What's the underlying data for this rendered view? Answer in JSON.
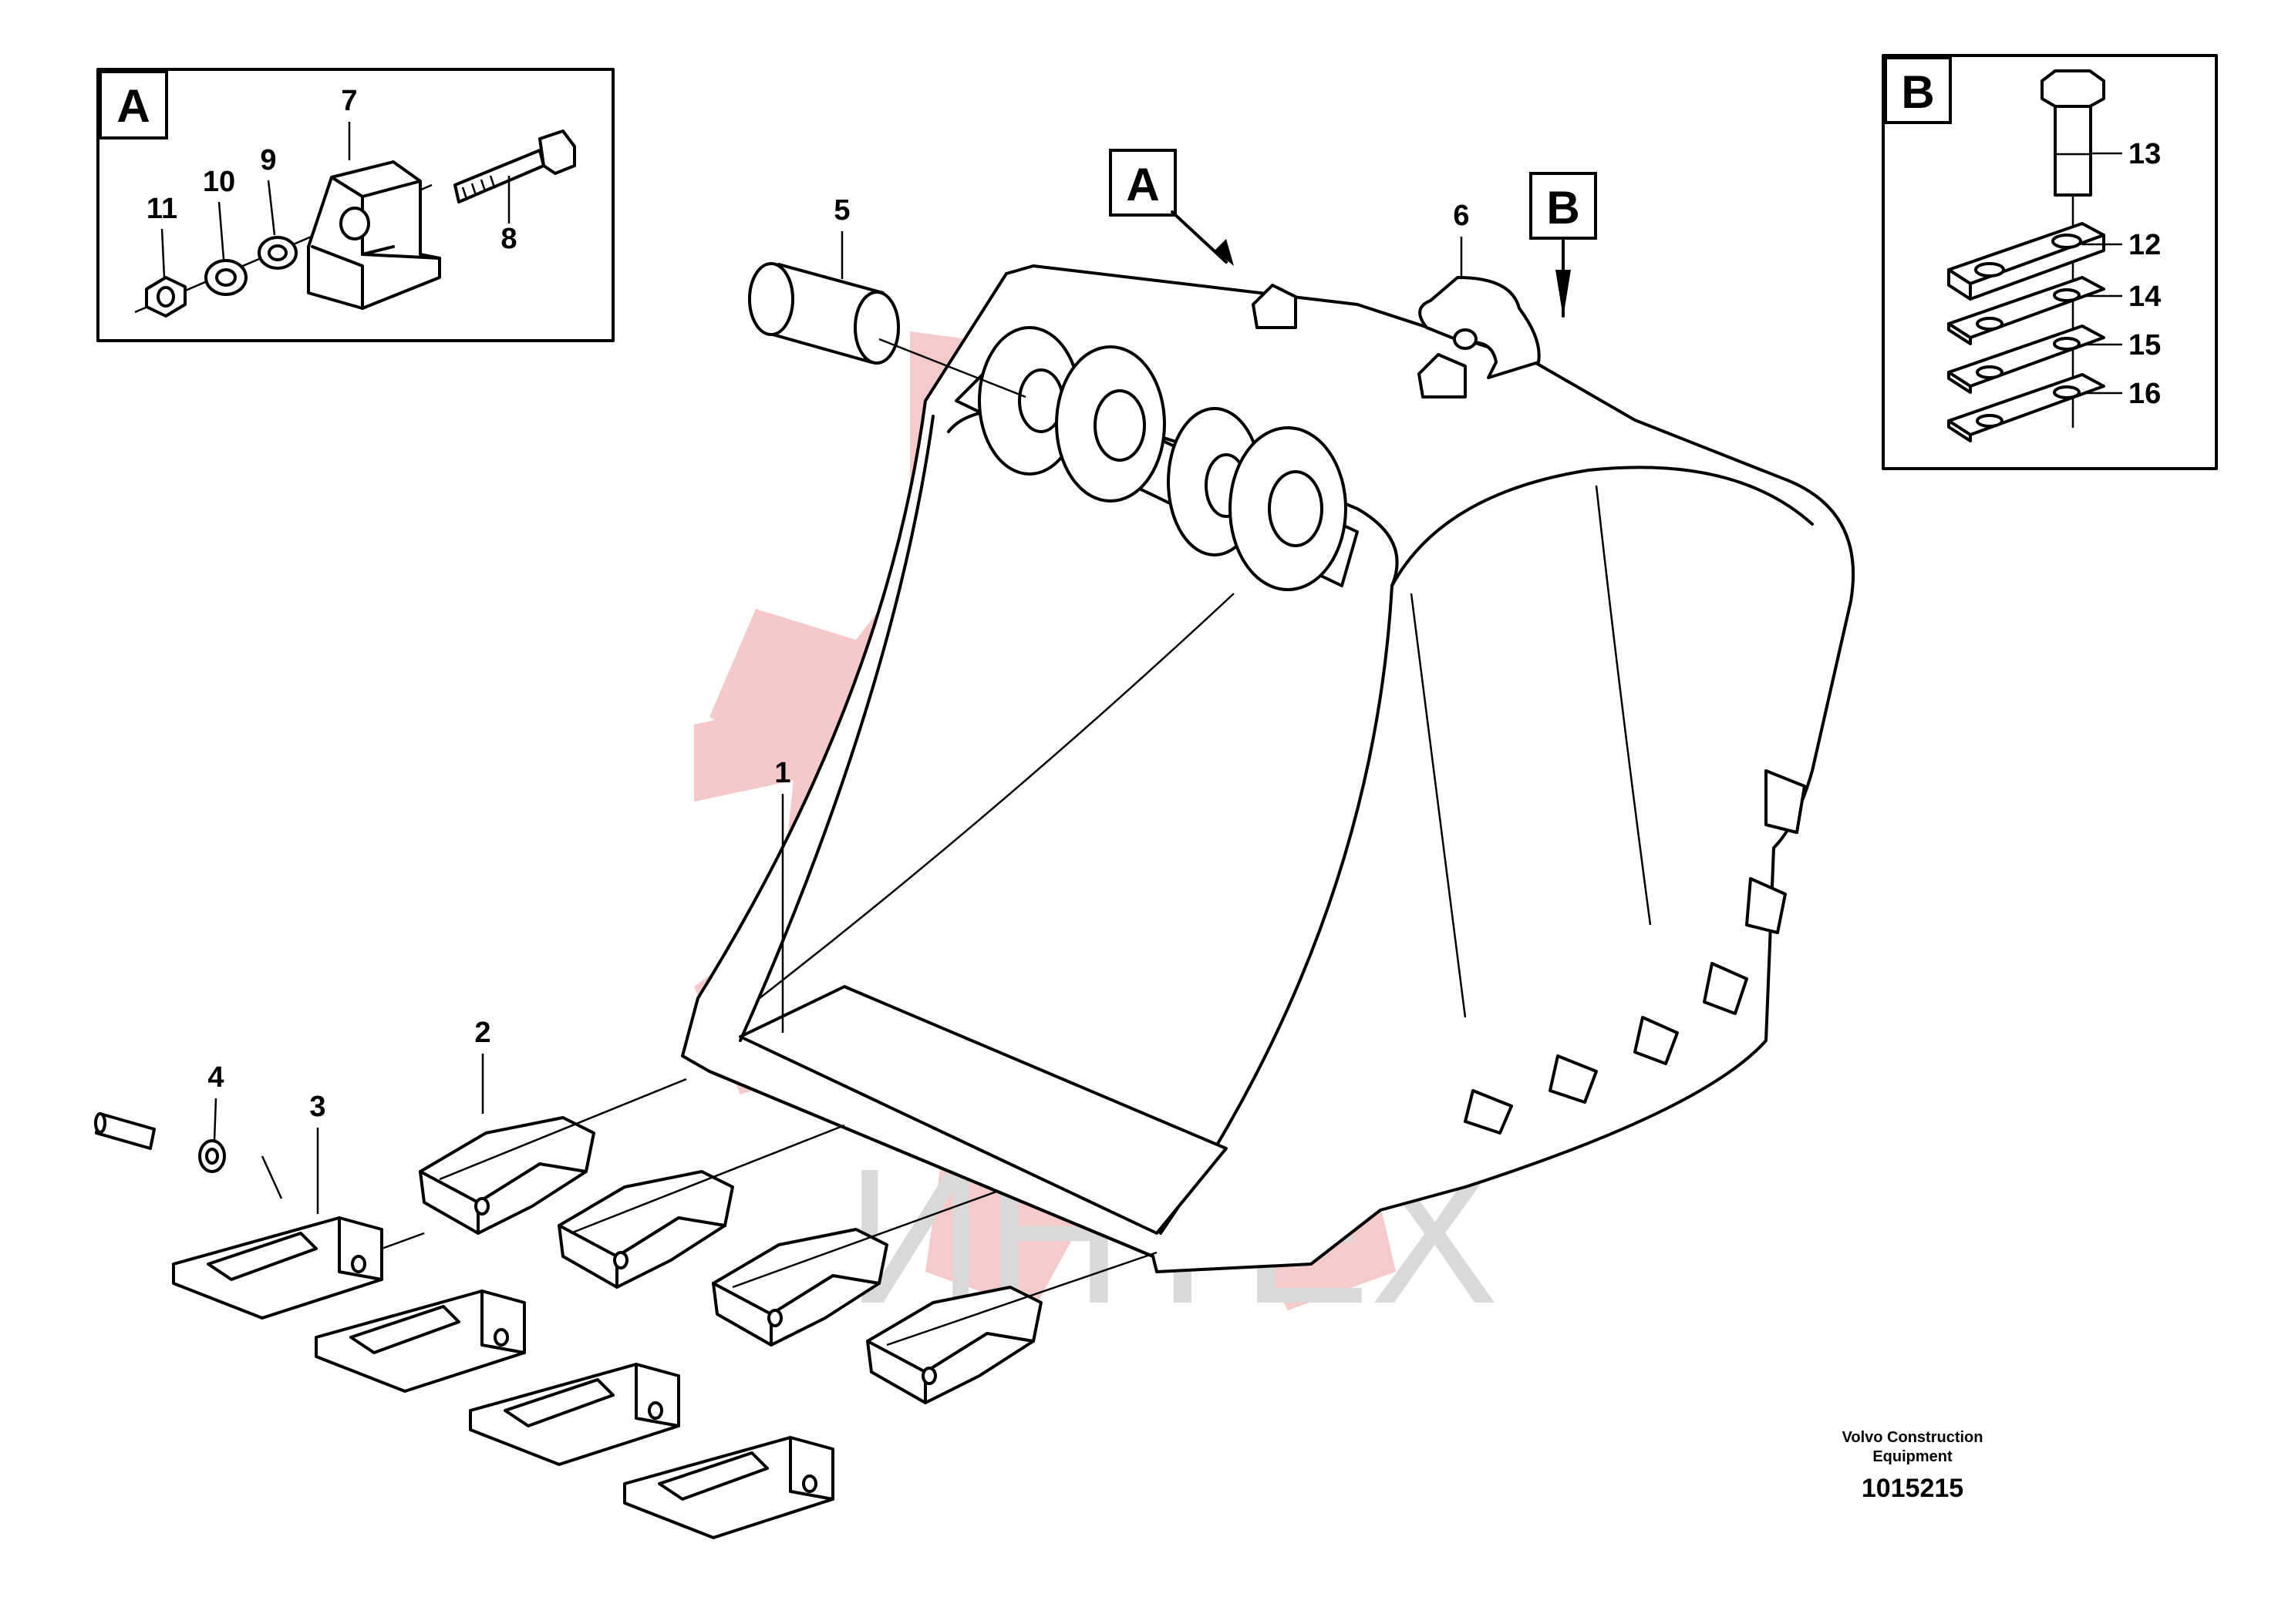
{
  "diagram": {
    "callouts": {
      "a": "A",
      "b": "B"
    },
    "part_numbers": {
      "p1": "1",
      "p2": "2",
      "p3": "3",
      "p4": "4",
      "p5": "5",
      "p6": "6",
      "p7": "7",
      "p8": "8",
      "p9": "9",
      "p10": "10",
      "p11": "11",
      "p12": "12",
      "p13": "13",
      "p14": "14",
      "p15": "15",
      "p16": "16"
    },
    "credit_line1": "Volvo Construction",
    "credit_line2": "Equipment",
    "document_number": "1015215",
    "watermark_text": "ИНТЕХ"
  },
  "colors": {
    "ink": "#000000",
    "watermark_red": "#f4c4c4",
    "watermark_gray": "#d9d9d9"
  }
}
